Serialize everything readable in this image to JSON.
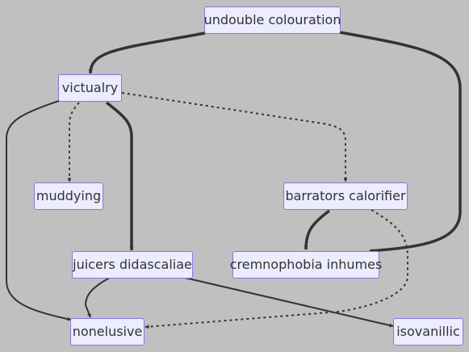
{
  "nodes": {
    "undouble_colouration": "undouble colouration",
    "victualry": "victualry",
    "muddying": "muddying",
    "barrators_calorifier": "barrators calorifier",
    "juicers_didascaliae": "juicers didascaliae",
    "cremnophobia_inhumes": "cremnophobia inhumes",
    "nonelusive": "nonelusive",
    "isovanillic": "isovanillic"
  },
  "edges": [
    {
      "from": "undouble_colouration",
      "to": "victualry",
      "style": "thick"
    },
    {
      "from": "undouble_colouration",
      "to": "cremnophobia_inhumes",
      "style": "thick"
    },
    {
      "from": "victualry",
      "to": "muddying",
      "style": "dotted"
    },
    {
      "from": "victualry",
      "to": "barrators_calorifier",
      "style": "dotted"
    },
    {
      "from": "victualry",
      "to": "juicers_didascaliae",
      "style": "thick"
    },
    {
      "from": "victualry",
      "to": "nonelusive",
      "style": "normal"
    },
    {
      "from": "barrators_calorifier",
      "to": "cremnophobia_inhumes",
      "style": "thick"
    },
    {
      "from": "barrators_calorifier",
      "to": "nonelusive",
      "style": "dotted"
    },
    {
      "from": "juicers_didascaliae",
      "to": "nonelusive",
      "style": "normal"
    },
    {
      "from": "juicers_didascaliae",
      "to": "isovanillic",
      "style": "normal"
    }
  ],
  "colors": {
    "background": "#c0c0c0",
    "node_fill": "#ececff",
    "node_border": "#9370db",
    "edge": "#333333"
  }
}
